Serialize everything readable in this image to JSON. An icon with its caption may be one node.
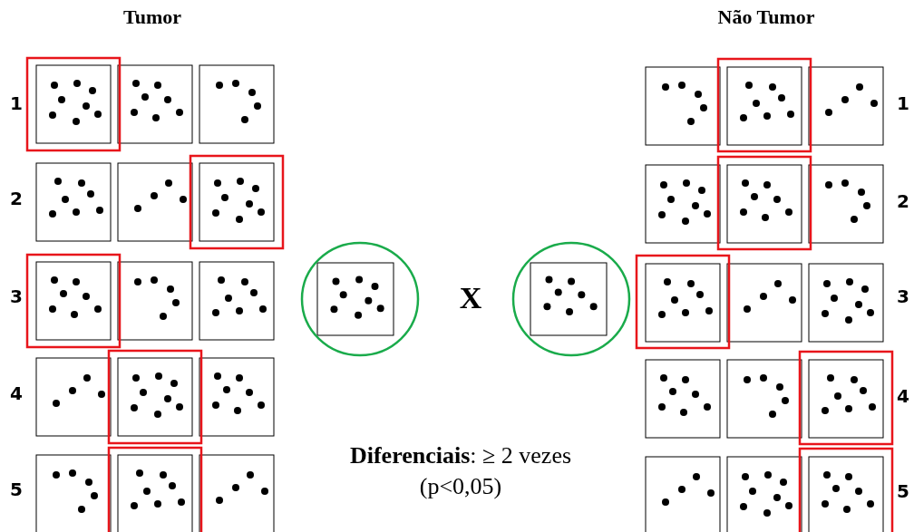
{
  "diagram": {
    "labels": [
      "Tumor",
      "Não Tumor",
      "1",
      "1",
      "2",
      "2",
      "3",
      "X",
      "3",
      "4",
      "4",
      "**Diferenciais**: ≥ 2 vezes (p<0,05)",
      "5",
      "5"
    ]
  }
}
